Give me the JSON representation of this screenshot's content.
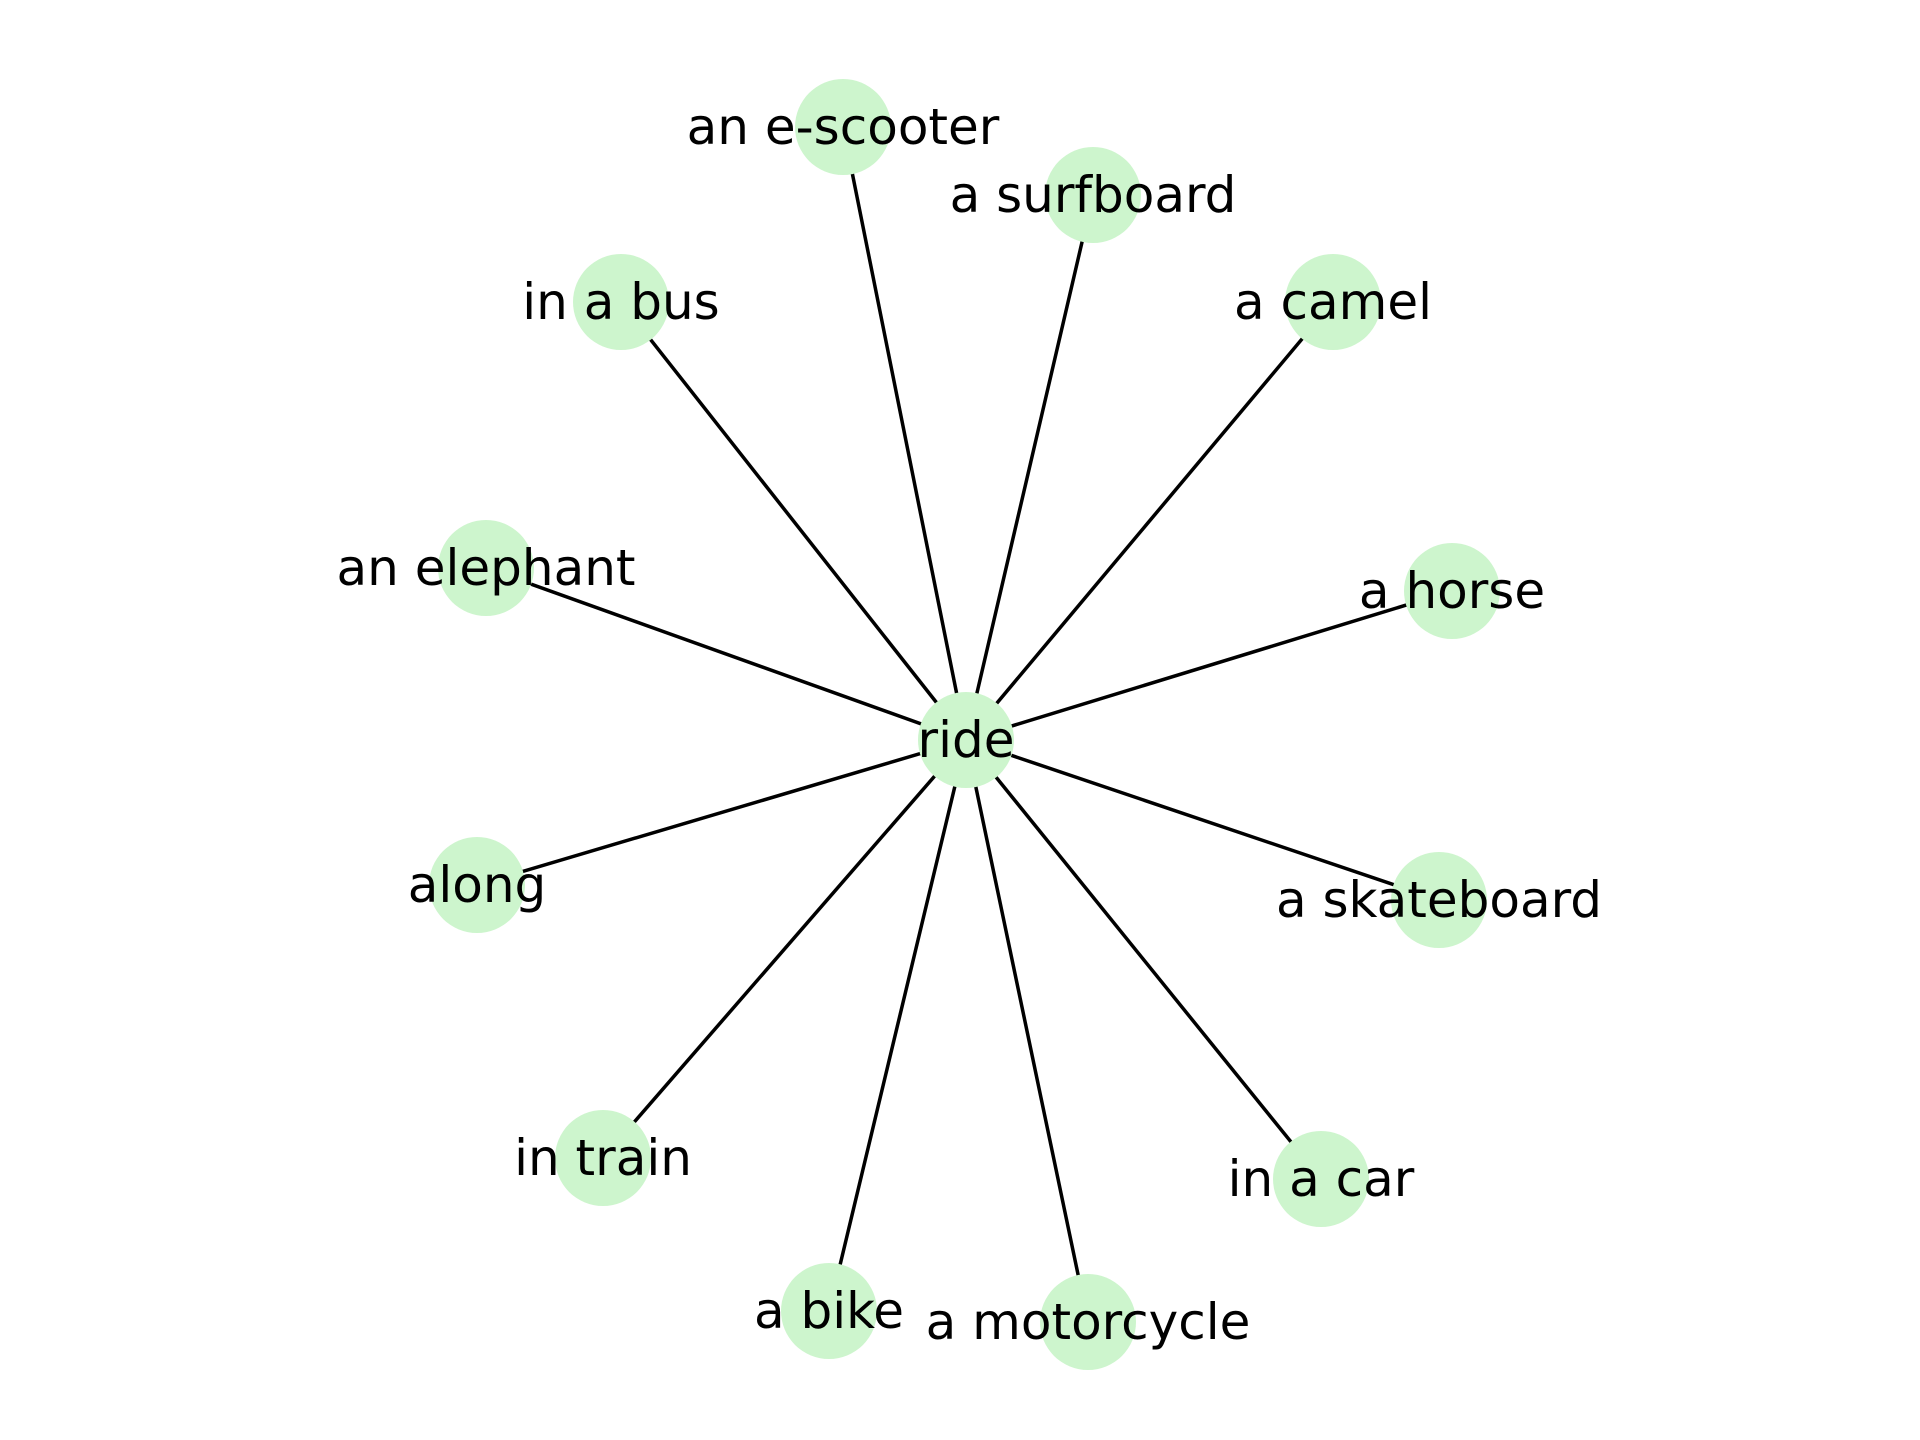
{
  "graph": {
    "center": {
      "id": "ride",
      "label": "ride"
    },
    "nodes": [
      {
        "id": "an-e-scooter",
        "label": "an e-scooter"
      },
      {
        "id": "a-surfboard",
        "label": "a surfboard"
      },
      {
        "id": "in-a-bus",
        "label": "in a bus"
      },
      {
        "id": "a-camel",
        "label": "a camel"
      },
      {
        "id": "an-elephant",
        "label": "an elephant"
      },
      {
        "id": "a-horse",
        "label": "a horse"
      },
      {
        "id": "along",
        "label": "along"
      },
      {
        "id": "a-skateboard",
        "label": "a skateboard"
      },
      {
        "id": "in-train",
        "label": "in train"
      },
      {
        "id": "in-a-car",
        "label": "in a car"
      },
      {
        "id": "a-bike",
        "label": "a bike"
      },
      {
        "id": "a-motorcycle",
        "label": "a motorcycle"
      }
    ],
    "edges": [
      {
        "from": "ride",
        "to": "an-e-scooter"
      },
      {
        "from": "ride",
        "to": "a-surfboard"
      },
      {
        "from": "ride",
        "to": "in-a-bus"
      },
      {
        "from": "ride",
        "to": "a-camel"
      },
      {
        "from": "ride",
        "to": "an-elephant"
      },
      {
        "from": "ride",
        "to": "a-horse"
      },
      {
        "from": "ride",
        "to": "along"
      },
      {
        "from": "ride",
        "to": "a-skateboard"
      },
      {
        "from": "ride",
        "to": "in-train"
      },
      {
        "from": "ride",
        "to": "in-a-car"
      },
      {
        "from": "ride",
        "to": "a-bike"
      },
      {
        "from": "ride",
        "to": "a-motorcycle"
      }
    ],
    "colors": {
      "node_fill": "#cdf5cd",
      "edge": "#000000",
      "text": "#000000",
      "background": "#ffffff"
    }
  }
}
